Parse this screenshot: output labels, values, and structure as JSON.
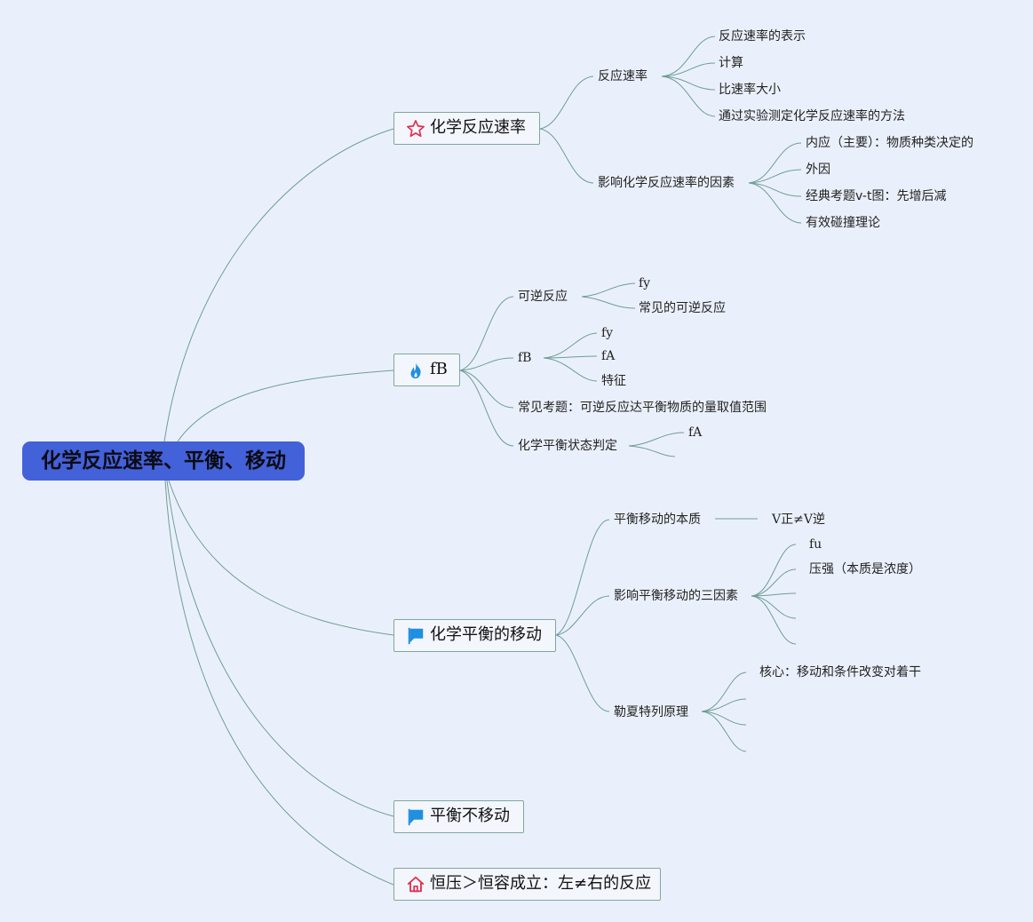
{
  "root": {
    "title": "化学反应速率、平衡、移动"
  },
  "branch1": {
    "title": "化学反应速率",
    "icon": "star-icon",
    "sub1": {
      "label": "反应速率",
      "children": [
        "反应速率的表示",
        "计算",
        "比速率大小",
        "通过实验测定化学反应速率的方法"
      ]
    },
    "sub2": {
      "label": "影响化学反应速率的因素",
      "children": [
        "内应（主要）：物质种类决定的",
        "外因",
        "经典考题v-t图：先增后减",
        "有效碰撞理论"
      ]
    }
  },
  "branch2": {
    "title": "fB",
    "icon": "fire-icon",
    "sub1": {
      "label": "可逆反应",
      "children": [
        "fy",
        "常见的可逆反应"
      ]
    },
    "sub2": {
      "label": "fB",
      "children": [
        "fy",
        "fA",
        "特征"
      ]
    },
    "sub3": {
      "label": "常见考题：可逆反应达平衡物质的量取值范围"
    },
    "sub4": {
      "label": "化学平衡状态判定",
      "children": [
        "fA"
      ]
    }
  },
  "branch3": {
    "title": "化学平衡的移动",
    "icon": "flag-icon",
    "sub1": {
      "label": "平衡移动的本质",
      "children": [
        "V正≠V逆"
      ]
    },
    "sub2": {
      "label": "影响平衡移动的三因素",
      "children": [
        "fu",
        "压强（本质是浓度）"
      ]
    },
    "sub3": {
      "label": "勒夏特列原理",
      "children": [
        "核心：移动和条件改变对着干"
      ]
    }
  },
  "branch4": {
    "title": "平衡不移动",
    "icon": "flag-icon"
  },
  "branch5": {
    "title": "恒压＞恒容成立：左≠右的反应",
    "icon": "home-icon"
  },
  "colors": {
    "background": "#eaf0fb",
    "root_fill": "#4361d8",
    "line": "#6e9e94",
    "topic_border": "#7fa89c",
    "star": "#e0314b",
    "fire": "#1f8fe0",
    "flag": "#1f8fe0",
    "home": "#e0314b"
  }
}
